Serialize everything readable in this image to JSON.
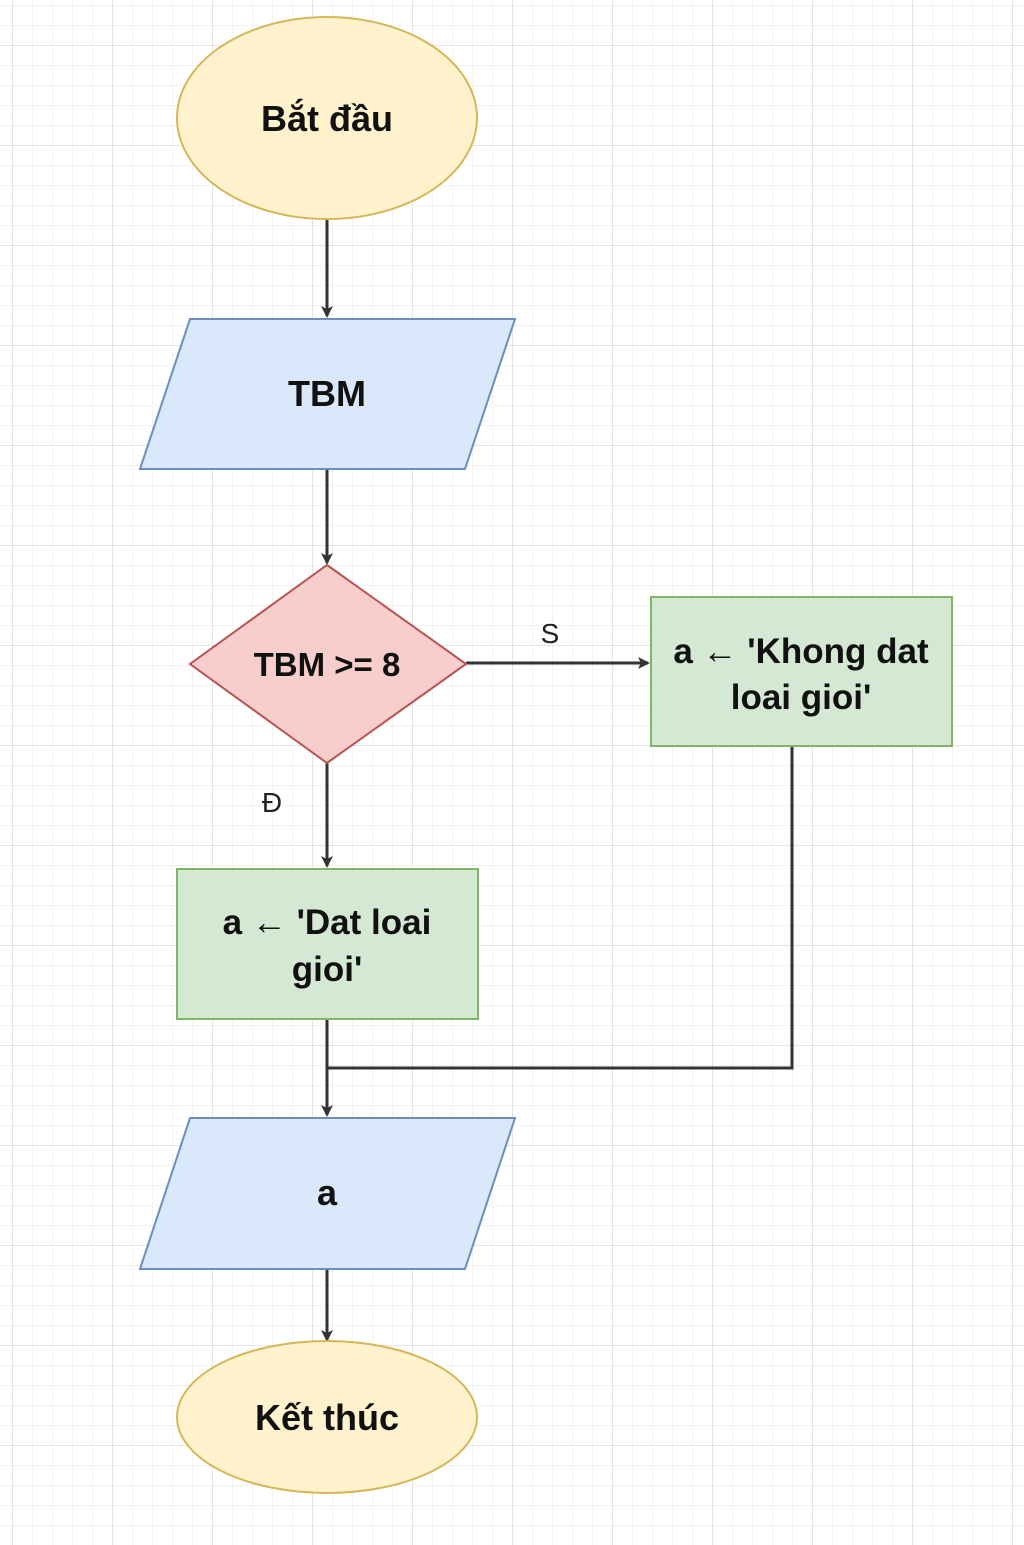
{
  "diagram": {
    "start": {
      "label": "Bắt đầu"
    },
    "input": {
      "label": "TBM"
    },
    "decision": {
      "label": "TBM >= 8"
    },
    "false_branch": {
      "edge_label": "S",
      "line1": "a ← 'Khong dat",
      "line2": "loai gioi'"
    },
    "true_branch": {
      "edge_label": "Đ",
      "line1": "a ← 'Dat loai",
      "line2": "gioi'"
    },
    "output": {
      "label": "a"
    },
    "end": {
      "label": "Kết thúc"
    }
  },
  "colors": {
    "terminal_fill": "#fff2cc",
    "terminal_stroke": "#d6b656",
    "io_fill": "#dae8fc",
    "io_stroke": "#6c8ebf",
    "decision_fill": "#f8cecc",
    "decision_stroke": "#b85450",
    "process_fill": "#d5e8d4",
    "process_stroke": "#82b366",
    "edge": "#333333"
  }
}
